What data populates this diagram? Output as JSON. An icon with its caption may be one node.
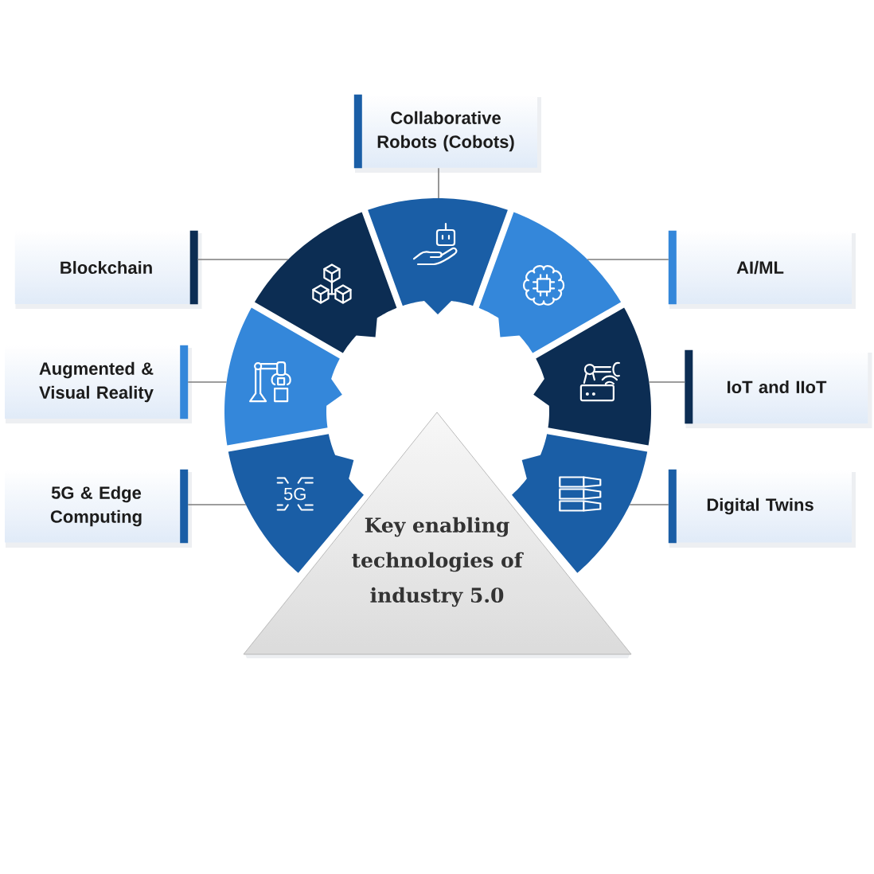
{
  "diagram": {
    "nodes": [
      {
        "text": [
          "Collaborative Robots (Cobots)"
        ]
      },
      {
        "text": [
          "Blockchain"
        ]
      },
      {
        "text": [
          "AI/ML"
        ]
      },
      {
        "text": [
          "Augmented & Visual Reality"
        ]
      },
      {
        "text": [
          "IoT and IIoT"
        ]
      },
      {
        "text": [
          "5G & Edge Computing"
        ]
      },
      {
        "text": [
          "Digital Twins"
        ]
      },
      {
        "text": [
          "Key enabling technologies of industry 5.0"
        ]
      },
      {
        "text": [],
        "shape": "segment"
      },
      {
        "text": [],
        "shape": "segment"
      },
      {
        "text": [],
        "shape": "segment"
      },
      {
        "text": [],
        "shape": "segment"
      },
      {
        "text": [],
        "shape": "segment"
      },
      {
        "text": [],
        "shape": "segment"
      },
      {
        "text": [],
        "shape": "segment"
      }
    ],
    "edges": [
      {
        "from": 0,
        "to": 8,
        "arrow": "none"
      },
      {
        "from": 1,
        "to": 9,
        "arrow": "none"
      },
      {
        "from": 2,
        "to": 10,
        "arrow": "none"
      },
      {
        "from": 3,
        "to": 11,
        "arrow": "none"
      },
      {
        "from": 4,
        "to": 12,
        "arrow": "none"
      },
      {
        "from": 5,
        "to": 13,
        "arrow": "none"
      },
      {
        "from": 6,
        "to": 14,
        "arrow": "none"
      }
    ],
    "labels": [
      "5G"
    ]
  }
}
